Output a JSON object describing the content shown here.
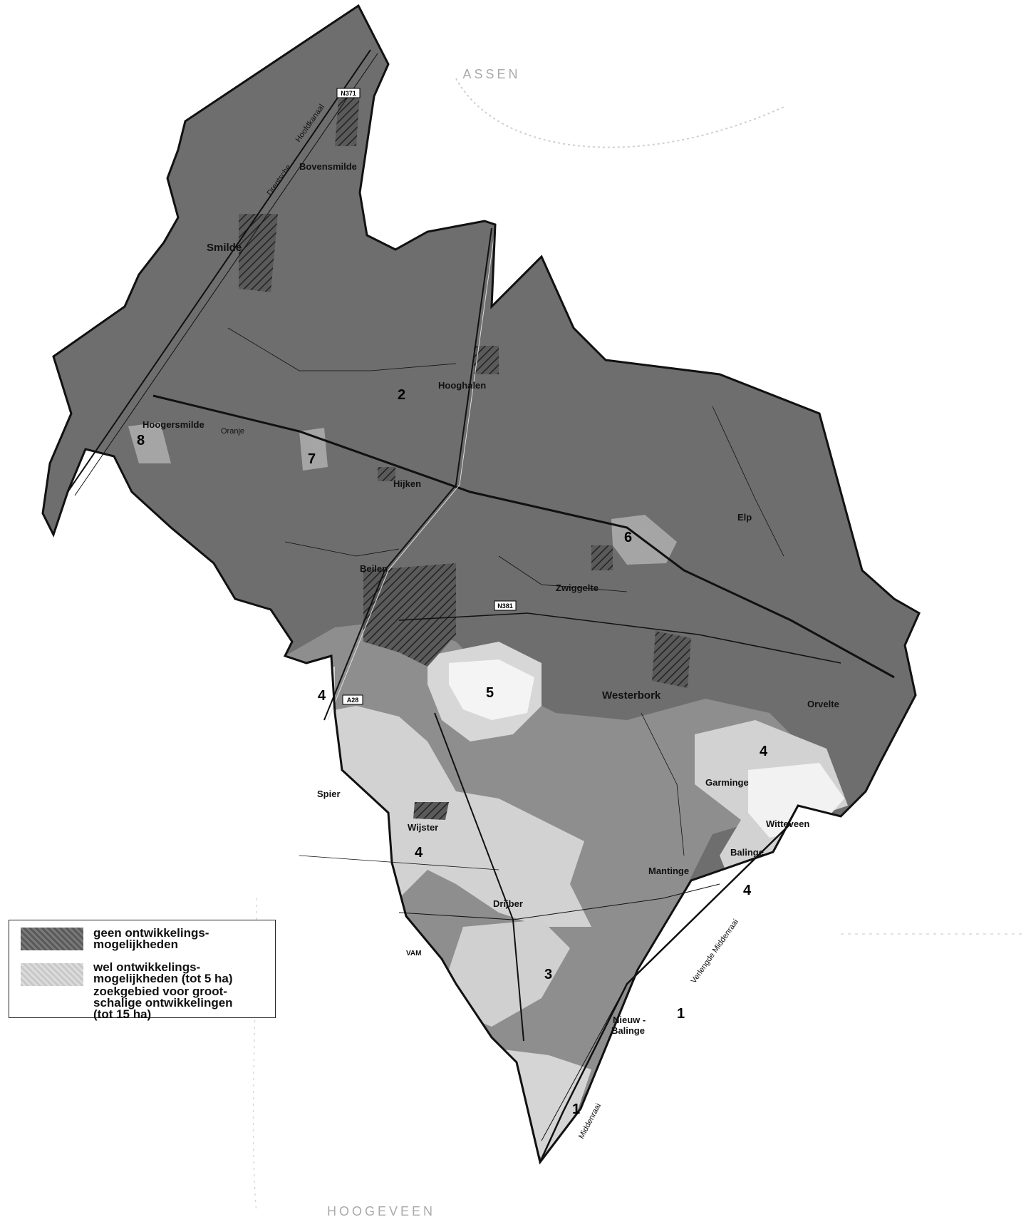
{
  "neighbors": {
    "north": "ASSEN",
    "south": "HOOGEVEEN"
  },
  "places": [
    {
      "id": "bovensmilde",
      "name": "Bovensmilde"
    },
    {
      "id": "smilde",
      "name": "Smilde"
    },
    {
      "id": "hooghalen",
      "name": "Hooghalen"
    },
    {
      "id": "hijken",
      "name": "Hijken"
    },
    {
      "id": "hoogersmilde",
      "name": "Hoogersmilde"
    },
    {
      "id": "beilen",
      "name": "Beilen"
    },
    {
      "id": "zwiggelte",
      "name": "Zwiggelte"
    },
    {
      "id": "elp",
      "name": "Elp"
    },
    {
      "id": "westerbork",
      "name": "Westerbork"
    },
    {
      "id": "orvelte",
      "name": "Orvelte"
    },
    {
      "id": "garminge",
      "name": "Garminge"
    },
    {
      "id": "witteveen",
      "name": "Witteveen"
    },
    {
      "id": "spier",
      "name": "Spier"
    },
    {
      "id": "wijster",
      "name": "Wijster"
    },
    {
      "id": "mantinge",
      "name": "Mantinge"
    },
    {
      "id": "balinge",
      "name": "Balinge"
    },
    {
      "id": "drijber",
      "name": "Drijber"
    },
    {
      "id": "vam",
      "name": "VAM"
    },
    {
      "id": "nieuw_balinge_1",
      "name": "Nieuw -"
    },
    {
      "id": "nieuw_balinge_2",
      "name": "Balinge"
    }
  ],
  "roads": {
    "n371": "N371",
    "a28": "A28",
    "n381": "N381",
    "oranjekanaal": "Oranje",
    "middenraai": "Middenraai",
    "verlengde_middenraai": "Verlengde Middenraai",
    "hoofdkanaal": "Hoofdkanaal",
    "drentsche": "Drentsche"
  },
  "zones": [
    {
      "id": "z1a",
      "label": "1"
    },
    {
      "id": "z1b",
      "label": "1"
    },
    {
      "id": "z2",
      "label": "2"
    },
    {
      "id": "z3",
      "label": "3"
    },
    {
      "id": "z4a",
      "label": "4"
    },
    {
      "id": "z4b",
      "label": "4"
    },
    {
      "id": "z4c",
      "label": "4"
    },
    {
      "id": "z4d",
      "label": "4"
    },
    {
      "id": "z5",
      "label": "5"
    },
    {
      "id": "z6",
      "label": "6"
    },
    {
      "id": "z7",
      "label": "7"
    },
    {
      "id": "z8",
      "label": "8"
    }
  ],
  "legend": {
    "items": [
      {
        "label_1": "geen ontwikkelings-",
        "label_2": "mogelijkheden",
        "label_3": "",
        "color": "#6e6e6e"
      },
      {
        "label_1": "wel ontwikkelings-",
        "label_2": "mogelijkheden (tot 5 ha)",
        "label_3": "",
        "color": "#d2d2d2"
      },
      {
        "label_1": "zoekgebied voor groot-",
        "label_2": "schalige ontwikkelingen",
        "label_3": "(tot 15 ha)",
        "color": "#ffffff"
      }
    ]
  },
  "colors": {
    "dark_zone": "#6e6e6e",
    "medium_zone": "#9a9a9a",
    "light_zone": "#d2d2d2",
    "white_zone": "#f4f4f4",
    "boundary": "#111111",
    "background": "#ffffff"
  }
}
